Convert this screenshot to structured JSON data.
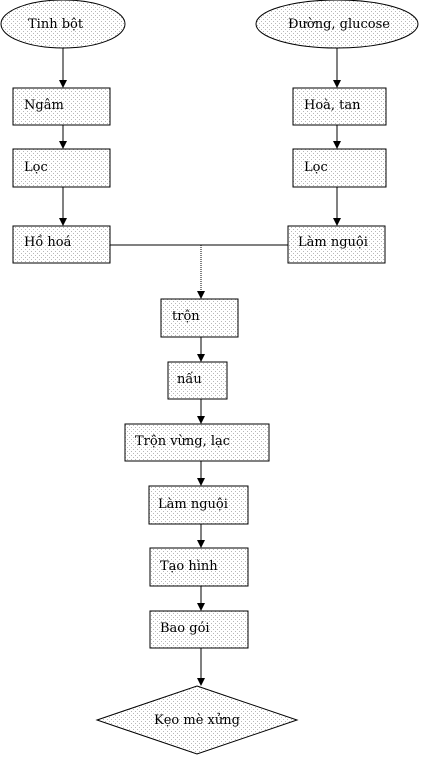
{
  "start_nodes": {
    "starch": "Tinh bột",
    "sugar": "Đường, glucose"
  },
  "left_branch": {
    "soak": "Ngâm",
    "filter": "Lọc",
    "gelatinize": "Hồ hoá"
  },
  "right_branch": {
    "dissolve": "Hoà, tan",
    "filter": "Lọc",
    "cool": "Làm nguội"
  },
  "main_flow": {
    "mix": "trộn",
    "cook": "nấu",
    "mix_sesame_peanut": "Trộn vừng, lạc",
    "cool": "Làm nguội",
    "shape": "Tạo hình",
    "package": "Bao gói"
  },
  "end_node": {
    "product": "Kẹo mè xửng"
  }
}
